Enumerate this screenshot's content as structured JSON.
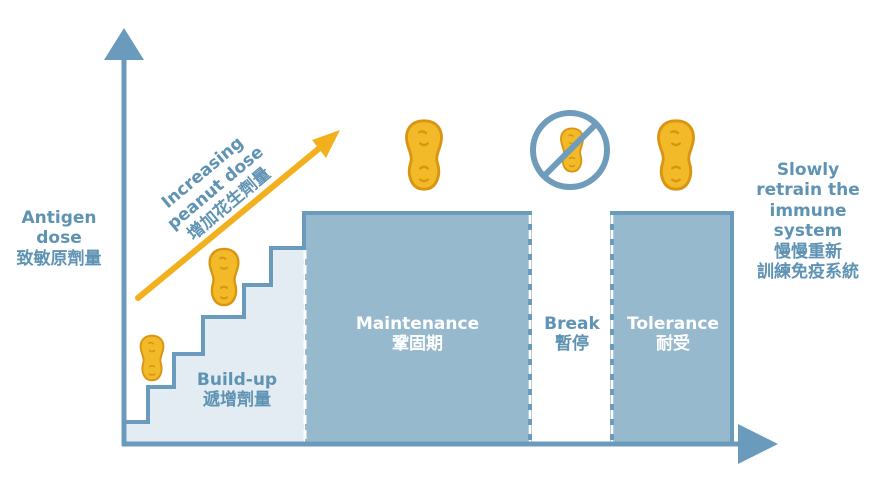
{
  "y_axis_label": [
    "Antigen",
    "dose",
    "致敏原劑量"
  ],
  "arrow_label": [
    "Increasing",
    "peanut dose",
    "增加花生劑量"
  ],
  "phases": {
    "buildup": {
      "en": "Build-up",
      "zh": "遞增劑量"
    },
    "maintenance": {
      "en": "Maintenance",
      "zh": "鞏固期"
    },
    "break": {
      "en": "Break",
      "zh": "暫停"
    },
    "tolerance": {
      "en": "Tolerance",
      "zh": "耐受"
    }
  },
  "right_label": [
    "Slowly",
    "retrain the",
    "immune",
    "system",
    "慢慢重新",
    "訓練免疫系統"
  ],
  "colors": {
    "axis": "#6b9bbc",
    "block_fill": "#97b9ce",
    "buildup_fill": "#e3ecf3",
    "arrow": "#f2b01e",
    "peanut": "#f2b928",
    "peanut_outline": "#d99410",
    "no_sign": "#6e9cba"
  },
  "icons": [
    "peanut-icon",
    "no-peanut-icon"
  ]
}
